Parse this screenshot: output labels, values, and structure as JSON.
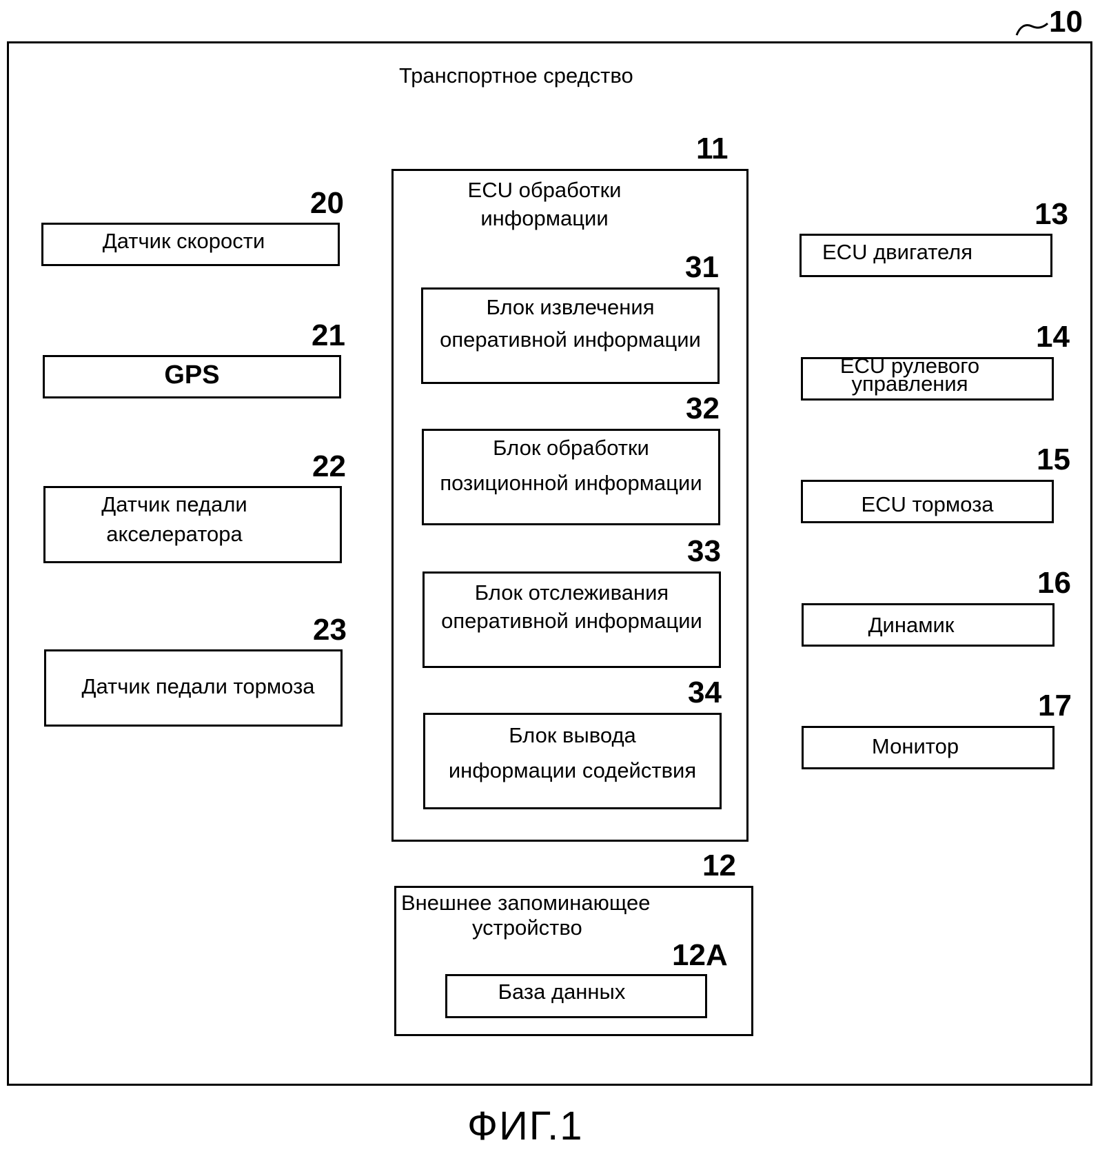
{
  "vehicle": {
    "ref": "10",
    "title": "Транспортное средство"
  },
  "ecu_main": {
    "ref": "11",
    "title_line1": "ECU обработки",
    "title_line2": "информации",
    "units": [
      {
        "ref": "31",
        "line1": "Блок извлечения",
        "line2": "оперативной информации"
      },
      {
        "ref": "32",
        "line1": "Блок обработки",
        "line2": "позиционной информации"
      },
      {
        "ref": "33",
        "line1": "Блок отслеживания",
        "line2": "оперативной информации"
      },
      {
        "ref": "34",
        "line1": "Блок вывода",
        "line2": "информации содействия"
      }
    ]
  },
  "sensors": [
    {
      "ref": "20",
      "line1": "Датчик скорости",
      "line2": ""
    },
    {
      "ref": "21",
      "line1": "GPS",
      "line2": ""
    },
    {
      "ref": "22",
      "line1": "Датчик педали",
      "line2": "акселератора"
    },
    {
      "ref": "23",
      "line1": "Датчик педали тормоза",
      "line2": ""
    }
  ],
  "outputs": [
    {
      "ref": "13",
      "line1": "ECU двигателя",
      "line2": ""
    },
    {
      "ref": "14",
      "line1": "ECU рулевого",
      "line2": "управления"
    },
    {
      "ref": "15",
      "line1": "ECU тормоза",
      "line2": ""
    },
    {
      "ref": "16",
      "line1": "Динамик",
      "line2": ""
    },
    {
      "ref": "17",
      "line1": "Монитор",
      "line2": ""
    }
  ],
  "storage": {
    "ref": "12",
    "line1": "Внешнее запоминающее",
    "line2": "устройство",
    "db": {
      "ref": "12A",
      "label": "База данных"
    }
  },
  "figure_caption": "ФИГ.1"
}
